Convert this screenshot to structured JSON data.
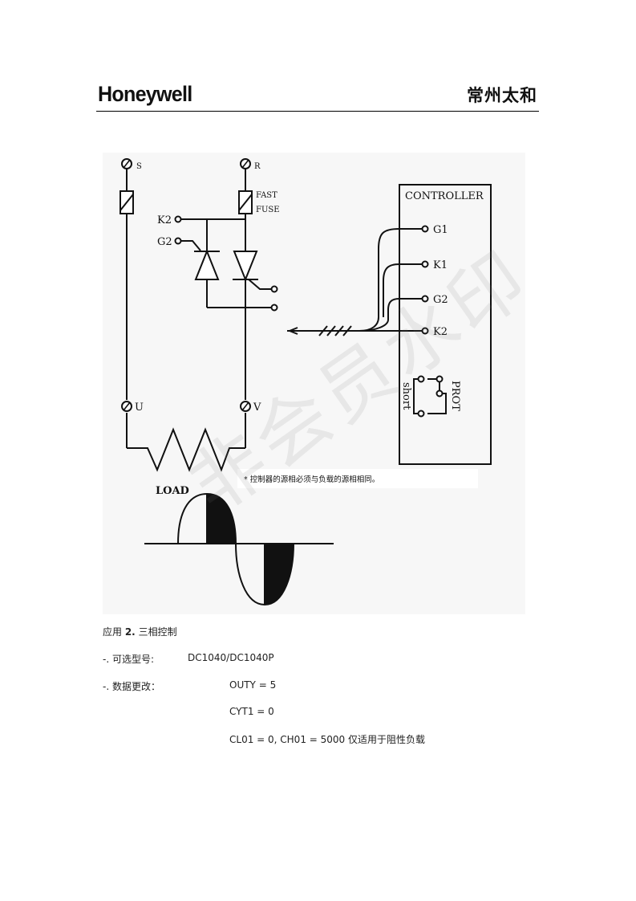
{
  "header": {
    "logo": "Honeywell",
    "company": "常州太和"
  },
  "diagram": {
    "terminal_s": "S",
    "terminal_r": "R",
    "fuse_label_1": "FAST",
    "fuse_label_2": "FUSE",
    "k2_left": "K2",
    "g2_left": "G2",
    "controller_title": "CONTROLLER",
    "g1": "G1",
    "k1": "K1",
    "g2": "G2",
    "k2": "K2",
    "prot": "PROT",
    "short": "short",
    "terminal_u": "U",
    "terminal_v": "V",
    "note": "* 控制器的源相必须与负载的源相相同。",
    "load": "LOAD"
  },
  "watermark": "非会员水印",
  "body": {
    "caption_prefix": "应用 ",
    "caption_number": "2.",
    "caption_text": " 三相控制",
    "models_label": "-. 可选型号:",
    "models_value": "DC1040/DC1040P",
    "data_label": "-. 数据更改：",
    "line1": "OUTY = 5",
    "line2": "CYT1 = 0",
    "line3_value": "CL01 = 0, CH01 = 5000",
    "line3_note": " 仅适用于阻性负载"
  }
}
